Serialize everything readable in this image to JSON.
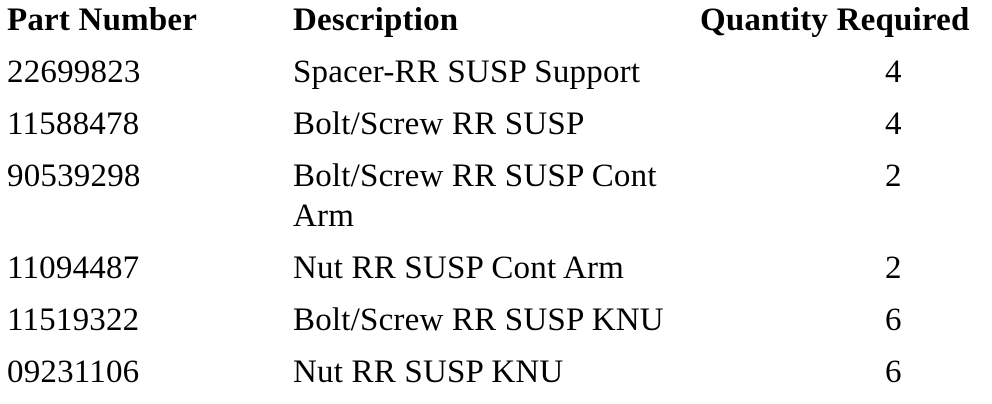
{
  "colors": {
    "background": "#ffffff",
    "text": "#000000"
  },
  "table": {
    "columns": [
      "Part Number",
      "Description",
      "Quantity Required"
    ],
    "rows": [
      {
        "part_number": "22699823",
        "description": "Spacer-RR SUSP Support",
        "quantity": "4"
      },
      {
        "part_number": "11588478",
        "description": "Bolt/Screw RR SUSP",
        "quantity": "4"
      },
      {
        "part_number": "90539298",
        "description": "Bolt/Screw RR SUSP Cont Arm",
        "quantity": "2"
      },
      {
        "part_number": "11094487",
        "description": "Nut RR SUSP Cont Arm",
        "quantity": "2"
      },
      {
        "part_number": "11519322",
        "description": "Bolt/Screw RR SUSP KNU",
        "quantity": "6"
      },
      {
        "part_number": "09231106",
        "description": "Nut RR SUSP KNU",
        "quantity": "6"
      }
    ]
  }
}
